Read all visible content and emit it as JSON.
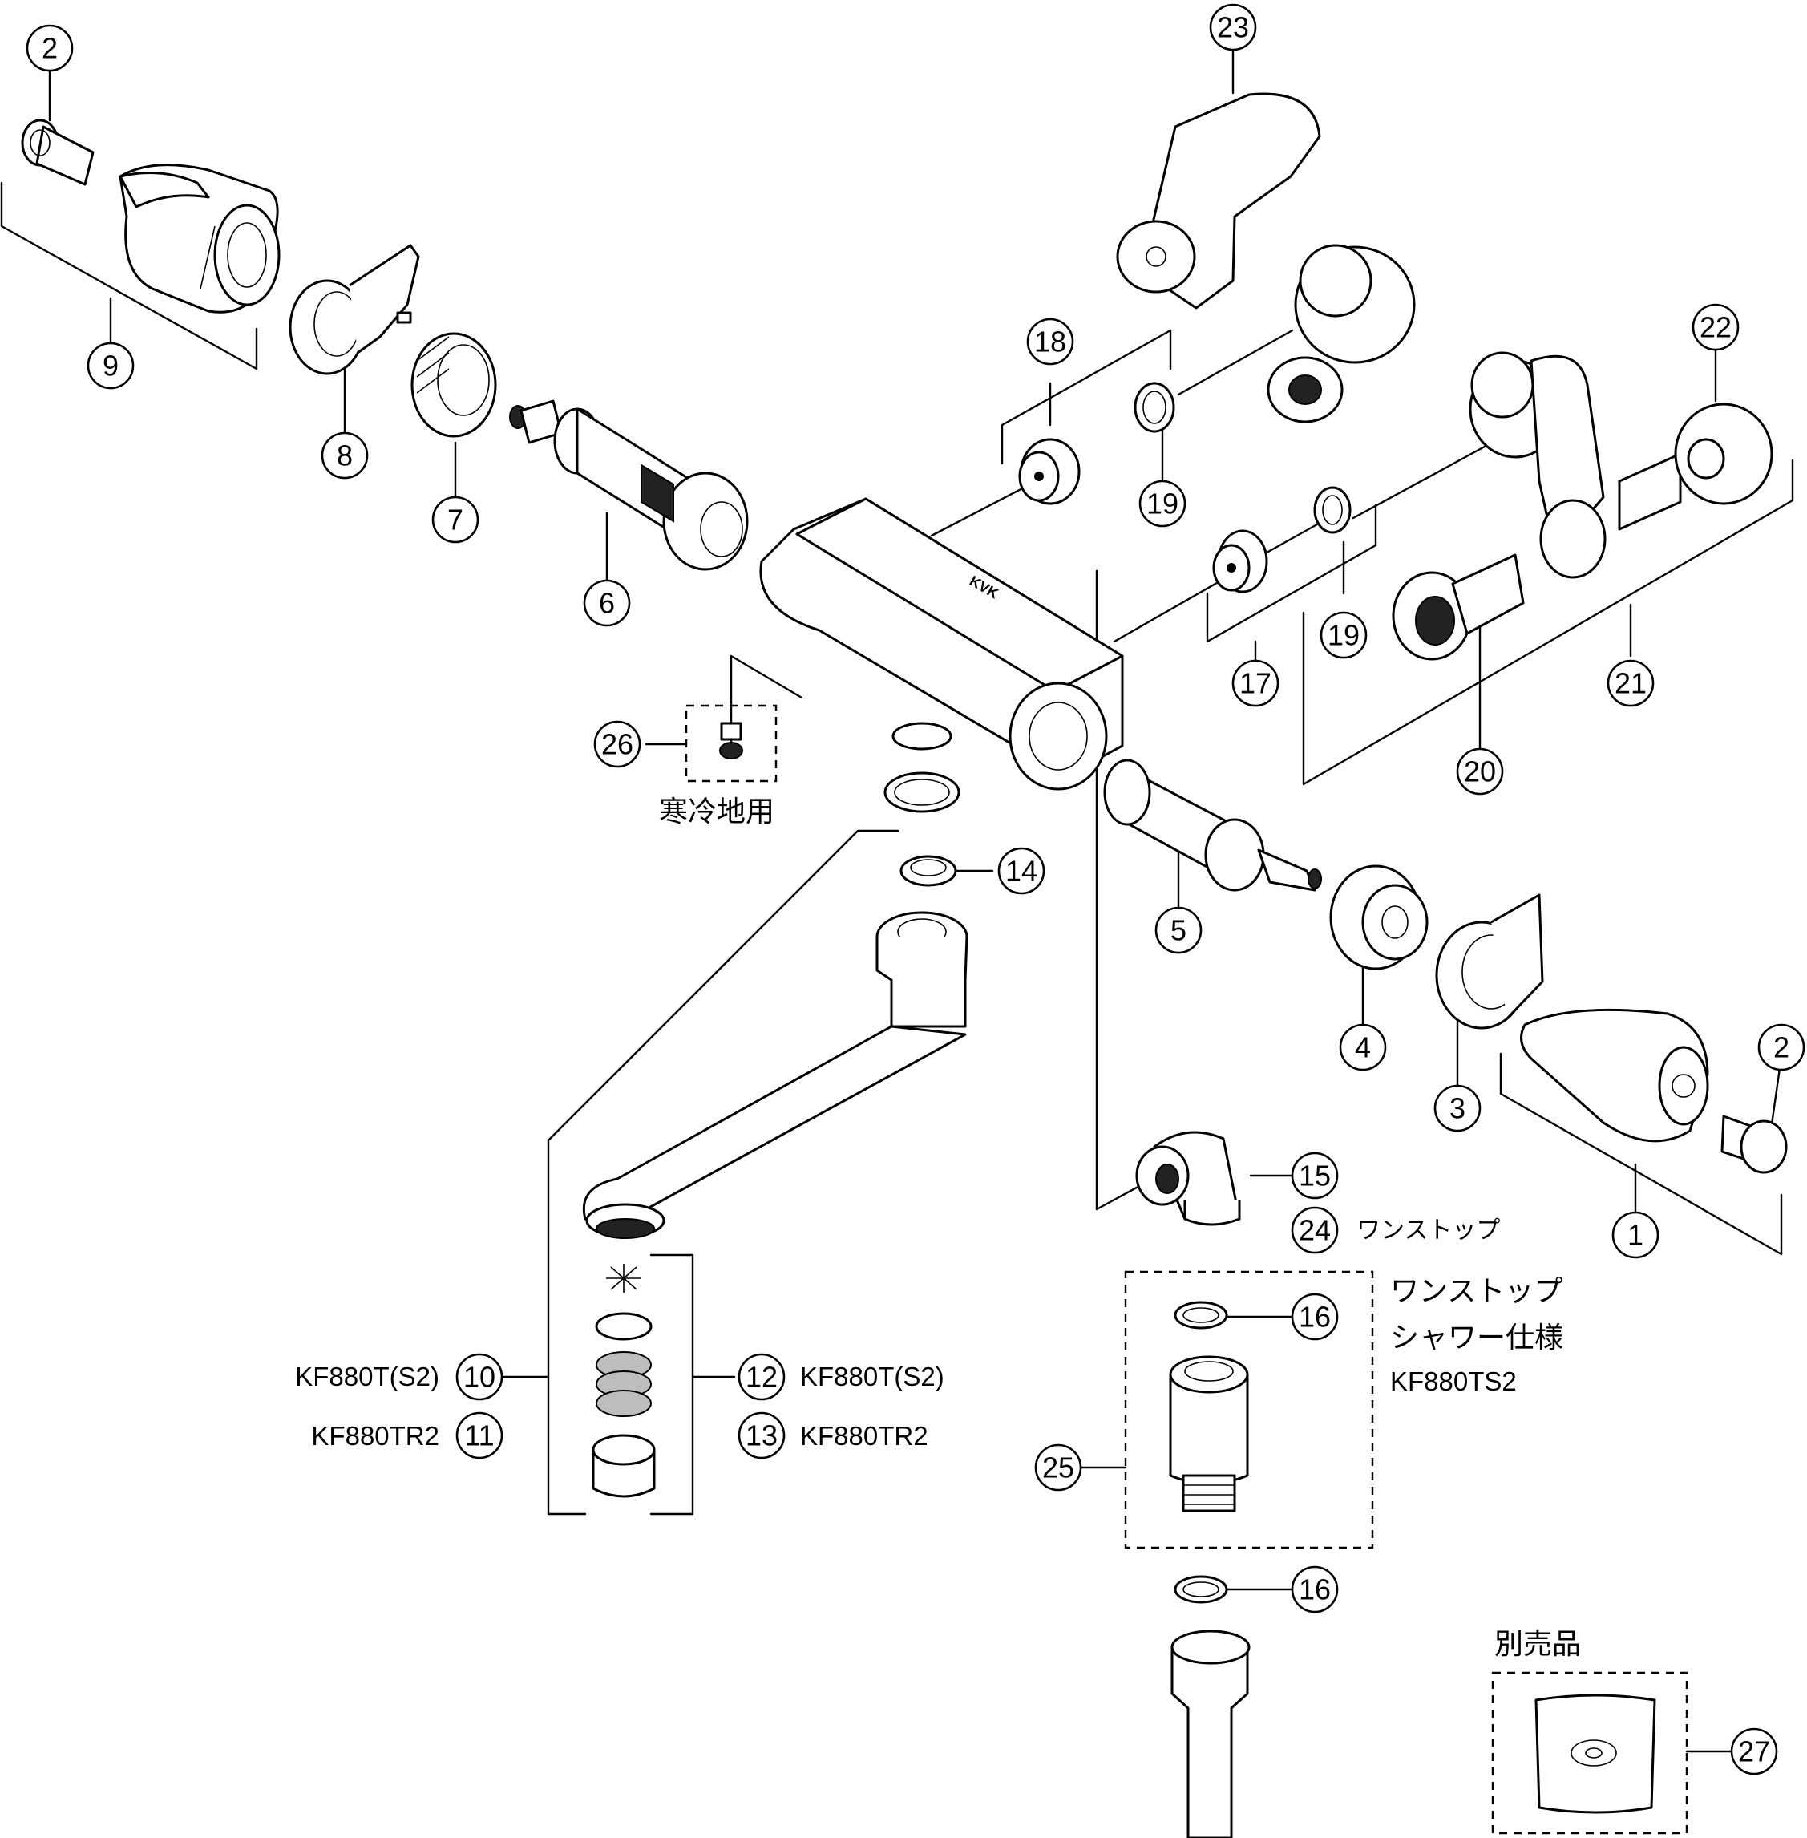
{
  "diagram": {
    "callouts": {
      "c1": "1",
      "c2a": "2",
      "c2b": "2",
      "c3": "3",
      "c4": "4",
      "c5": "5",
      "c6": "6",
      "c7": "7",
      "c8": "8",
      "c9": "9",
      "c10": "10",
      "c11": "11",
      "c12": "12",
      "c13": "13",
      "c14": "14",
      "c15": "15",
      "c16a": "16",
      "c16b": "16",
      "c17": "17",
      "c18": "18",
      "c19a": "19",
      "c19b": "19",
      "c20": "20",
      "c21": "21",
      "c22": "22",
      "c23": "23",
      "c24": "24",
      "c25": "25",
      "c26": "26",
      "c27": "27"
    },
    "labels": {
      "cold_region": "寒冷地用",
      "one_stop_short": "ワンストップ",
      "one_stop_shower_line1": "ワンストップ",
      "one_stop_shower_line2": "シャワー仕様",
      "one_stop_shower_model": "KF880TS2",
      "sold_separately": "別売品",
      "brand_mark": "KVK"
    },
    "models": {
      "m10": "KF880T(S2)",
      "m11": "KF880TR2",
      "m12": "KF880T(S2)",
      "m13": "KF880TR2"
    }
  }
}
